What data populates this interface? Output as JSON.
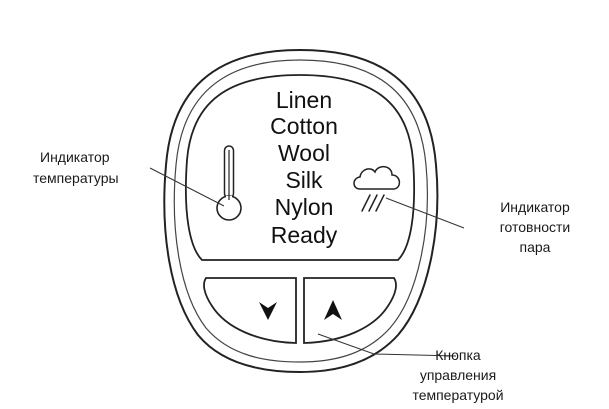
{
  "fabrics": [
    "Linen",
    "Cotton",
    "Wool",
    "Silk",
    "Nylon",
    "Ready"
  ],
  "labels": {
    "temperature_indicator": [
      "Индикатор",
      "температуры"
    ],
    "steam_indicator": [
      "Индикатор",
      "готовности",
      "пара"
    ],
    "temperature_button": [
      "Кнопка",
      "управления",
      "температурой"
    ]
  },
  "icons": {
    "thermometer": "thermometer-icon",
    "steam": "steam-cloud-icon",
    "down": "arrow-down-icon",
    "up": "arrow-up-icon"
  }
}
